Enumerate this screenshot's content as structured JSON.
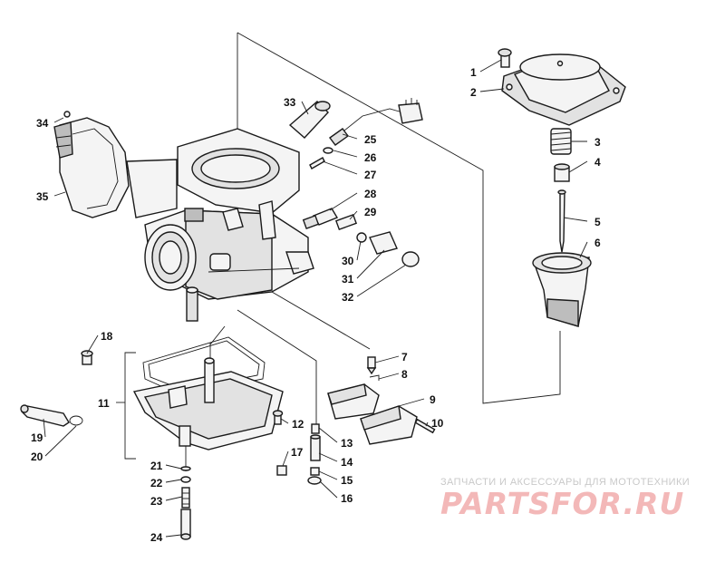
{
  "diagram": {
    "callouts": [
      "1",
      "2",
      "3",
      "4",
      "5",
      "6",
      "7",
      "8",
      "9",
      "10",
      "11",
      "12",
      "13",
      "14",
      "15",
      "16",
      "17",
      "18",
      "19",
      "20",
      "21",
      "22",
      "23",
      "24",
      "25",
      "26",
      "27",
      "28",
      "29",
      "30",
      "31",
      "32",
      "33",
      "34",
      "35"
    ]
  },
  "watermark": {
    "text": "ЗАПЧАСТИ И АКСЕССУАРЫ ДЛЯ МОТОТЕХНИКИ",
    "logo": "PARTSFOR.RU"
  },
  "colors": {
    "line": "#1a1a1a",
    "watermark_text": "#c9c9c9",
    "watermark_logo": "#f3b8b8"
  }
}
